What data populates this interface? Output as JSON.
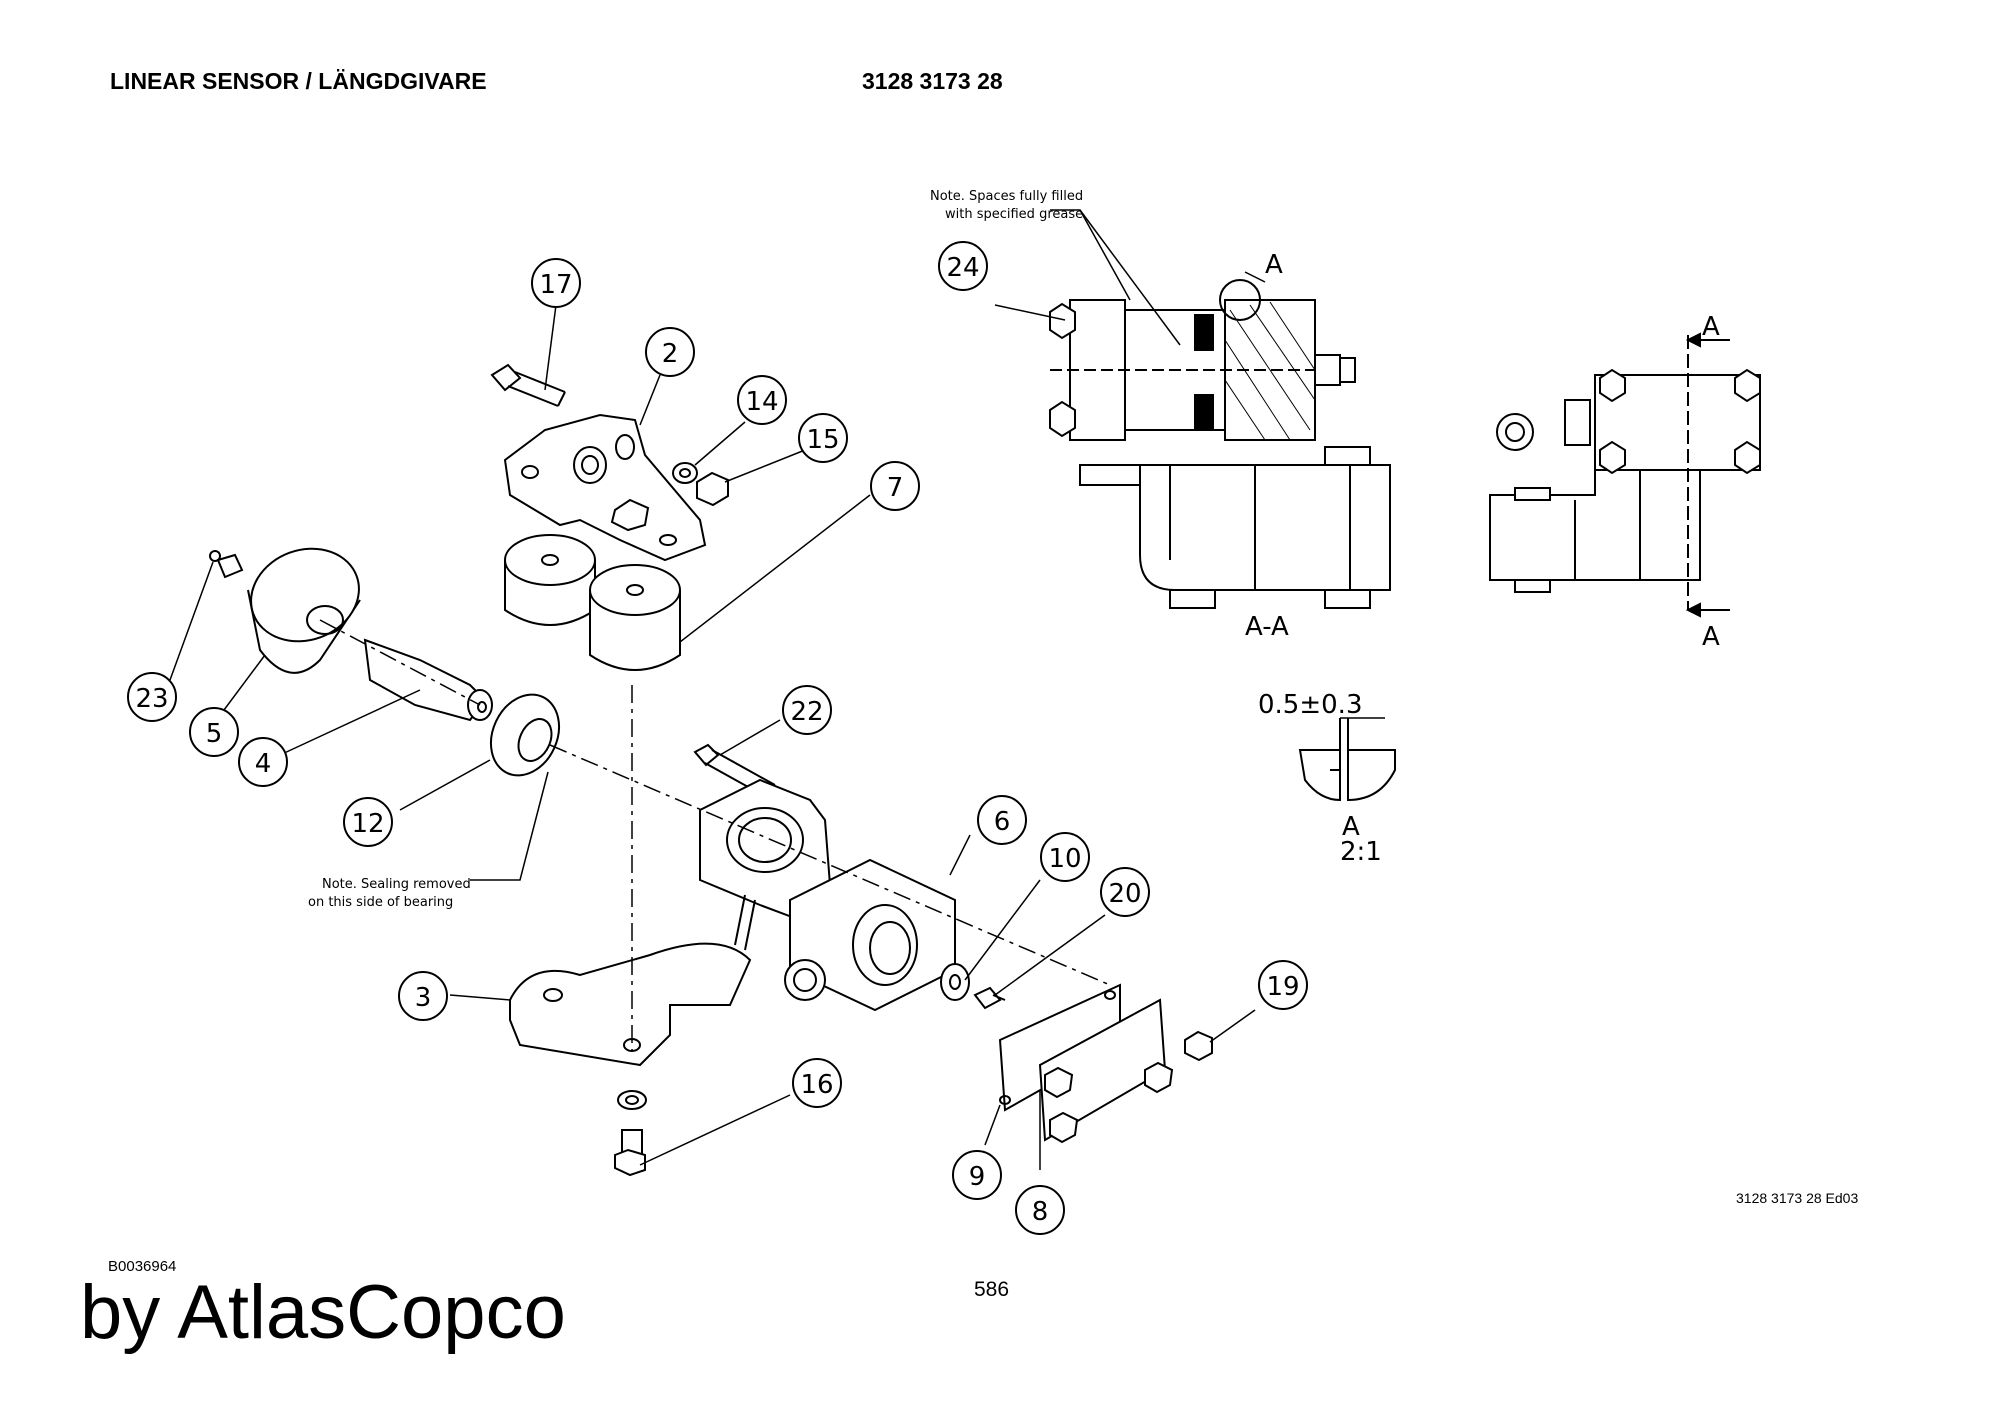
{
  "header": {
    "title": "LINEAR SENSOR / LÄNGDGIVARE",
    "part_number": "3128 3173 28"
  },
  "notes": {
    "grease_line1": "Note. Spaces fully filled",
    "grease_line2": "with specified grease",
    "sealing_line1": "Note. Sealing removed",
    "sealing_line2": "on this side of bearing"
  },
  "section": {
    "section_label": "A-A",
    "cut_label": "A",
    "detail_label": "A",
    "detail_scale": "2:1",
    "dimension": "0.5±0.3"
  },
  "balloons": [
    "17",
    "2",
    "14",
    "15",
    "7",
    "23",
    "5",
    "4",
    "12",
    "22",
    "6",
    "10",
    "20",
    "3",
    "16",
    "19",
    "9",
    "8",
    "24"
  ],
  "footer": {
    "edition": "3128 3173 28 Ed03",
    "doc_code": "B0036964",
    "page": "586",
    "brand": "by AtlasCopco"
  }
}
